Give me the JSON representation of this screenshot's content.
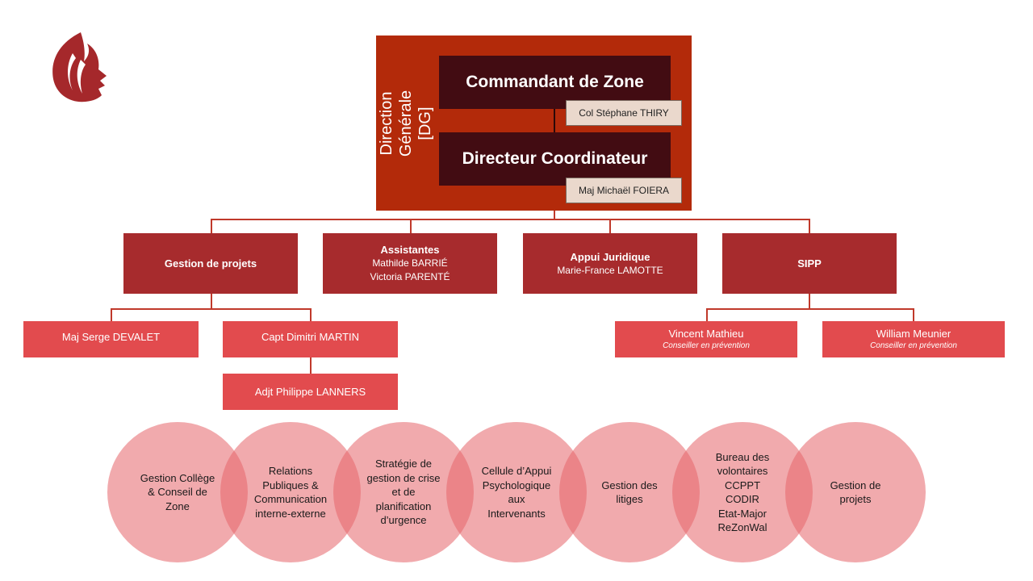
{
  "direction": {
    "vertical_title": "Direction Générale\n[DG]",
    "commandant_title": "Commandant de Zone",
    "commandant_name": "Col Stéphane THIRY",
    "directeur_title": "Directeur Coordinateur",
    "directeur_name": "Maj Michaël FOIERA"
  },
  "departments": [
    {
      "title": "Gestion de projets",
      "lines": []
    },
    {
      "title": "Assistantes",
      "lines": [
        "Mathilde BARRIÉ",
        "Victoria PARENTÉ"
      ]
    },
    {
      "title": "Appui Juridique",
      "lines": [
        "Marie-France LAMOTTE"
      ]
    },
    {
      "title": "SIPP",
      "lines": []
    }
  ],
  "projets_staff": {
    "devalet": "Maj Serge DEVALET",
    "martin": "Capt Dimitri MARTIN",
    "lanners": "Adjt Philippe LANNERS"
  },
  "sipp_staff": [
    {
      "name": "Vincent Mathieu",
      "role": "Conseiller en prévention"
    },
    {
      "name": "William Meunier",
      "role": "Conseiller en prévention"
    }
  ],
  "circles": [
    "Gestion Collège\n& Conseil de\nZone",
    "Relations\nPubliques &\nCommunication\ninterne-externe",
    "Stratégie de\ngestion de crise\net de\nplanification\nd’urgence",
    "Cellule d’Appui\nPsychologique\naux\nIntervenants",
    "Gestion des\nlitiges",
    "Bureau des\nvolontaires\nCCPPT\nCODIR\nEtat-Major\nReZonWal",
    "Gestion de\nprojets"
  ],
  "colors": {
    "dg_block": "#b32a0a",
    "dark_box": "#420c12",
    "department_box": "#a72b2d",
    "staff_box": "#e24b4e",
    "circle_fill": "#f0a0a2",
    "connector": "#c0392b"
  },
  "icons": {
    "logo": "flame-profile-logo"
  }
}
